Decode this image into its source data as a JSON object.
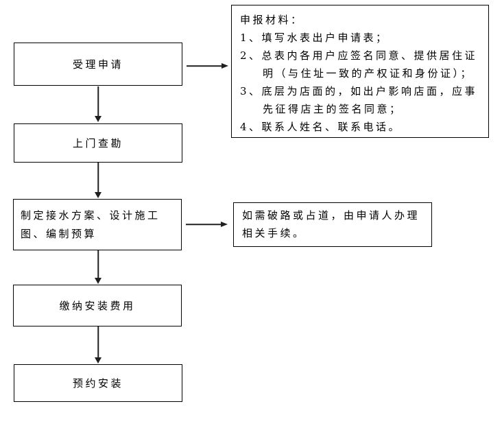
{
  "flow": {
    "steps": [
      {
        "label": "受理申请"
      },
      {
        "label": "上门查勘"
      },
      {
        "label": "制定接水方案、设计施工图、编制预算"
      },
      {
        "label": "缴纳安装费用"
      },
      {
        "label": "预约安装"
      }
    ]
  },
  "annotations": {
    "materials": {
      "title": "申报材料：",
      "items": [
        {
          "marker": "1、",
          "text": "填写水表出户申请表；"
        },
        {
          "marker": "2、",
          "text": "总表内各用户应签名同意、提供居住证明（与住址一致的产权证和身份证）；"
        },
        {
          "marker": "3、",
          "text": "底层为店面的，如出户影响店面，应事先征得店主的签名同意；"
        },
        {
          "marker": "4、",
          "text": "联系人姓名、联系电话。"
        }
      ]
    },
    "road_note": {
      "text": "如需破路或占道，由申请人办理相关手续。"
    }
  },
  "colors": {
    "line": "#000000",
    "arrow": "#1f1f1f",
    "background": "#ffffff",
    "text": "#000000"
  }
}
